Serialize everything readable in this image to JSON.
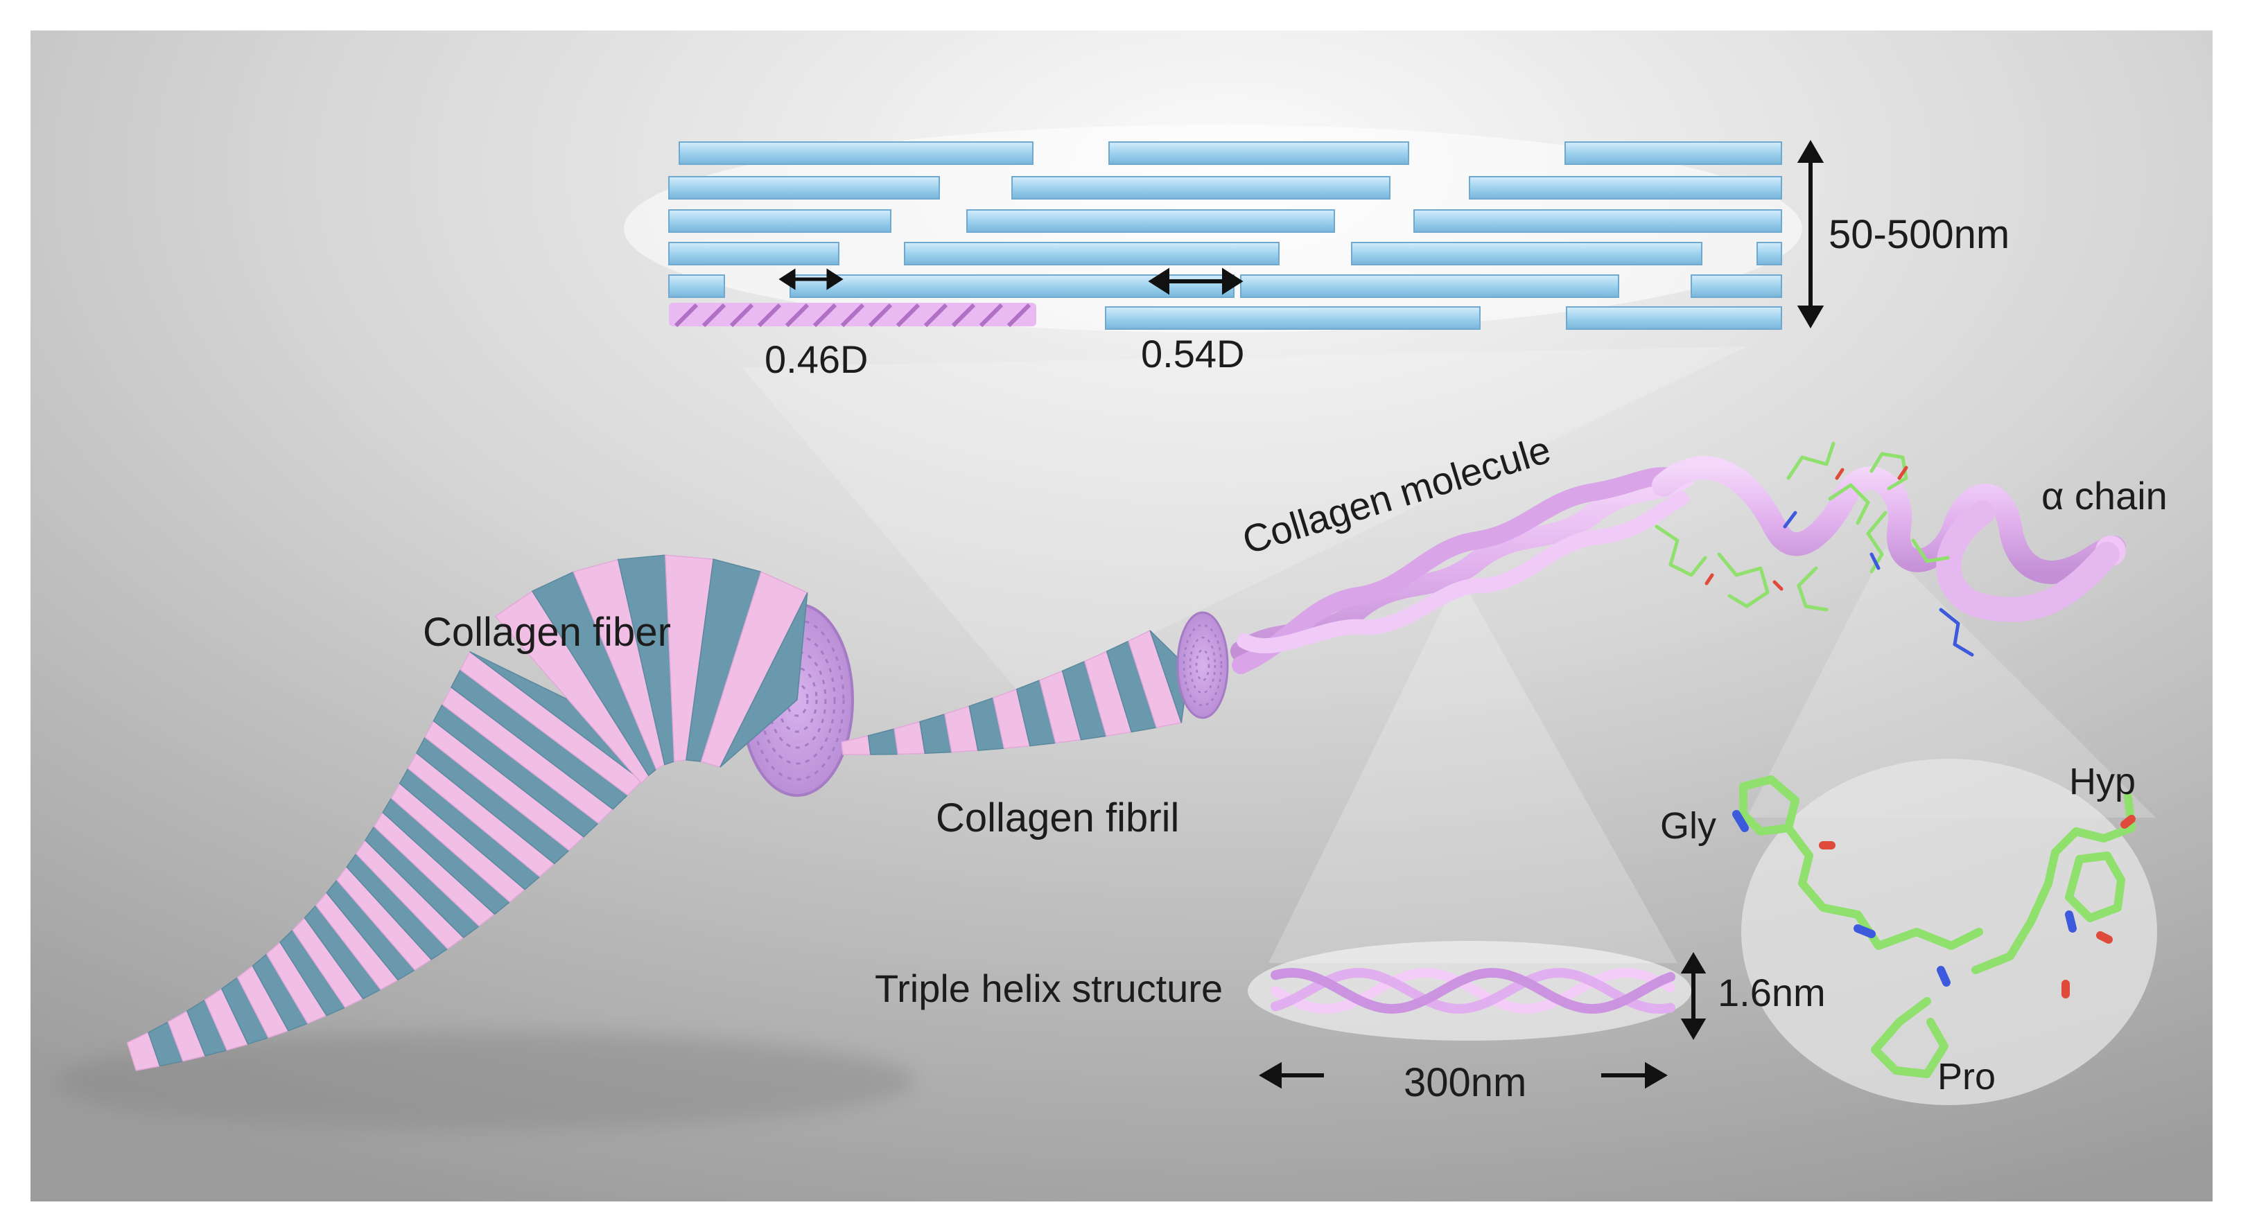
{
  "labels": {
    "collagen_fiber": "Collagen fiber",
    "collagen_fibril": "Collagen fibril",
    "collagen_molecule": "Collagen molecule",
    "alpha_chain": "α chain",
    "triple_helix": "Triple helix structure",
    "helix_diameter": "1.6nm",
    "helix_length": "300nm",
    "fibril_diameter": "50-500nm",
    "gap_region": "0.46D",
    "overlap_region": "0.54D",
    "gly": "Gly",
    "hyp": "Hyp",
    "pro": "Pro"
  },
  "colors": {
    "band_pink": "#f1bfe6",
    "band_teal": "#6a98ad",
    "fiber_face": "#c99be0",
    "fibril_bar": "#9fd2ee",
    "helix": "#e3b6ef",
    "residue_bonds": "#8fe06c",
    "nitrogen": "#3c5adb",
    "oxygen": "#e04a3a",
    "background": "#c7c7c7"
  }
}
